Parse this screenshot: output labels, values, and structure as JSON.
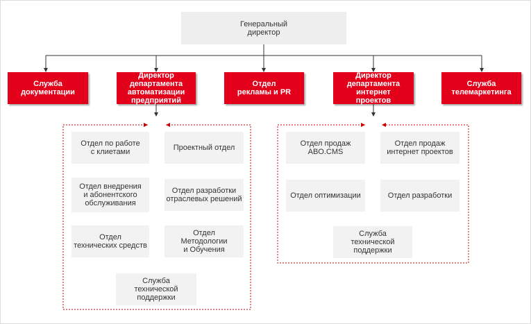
{
  "chart_title": "",
  "colors": {
    "red": "#e3001b",
    "grey_box": "#f2f2f2",
    "connector": "#333333",
    "dotted": "#cc0000"
  },
  "top": {
    "label": "Генеральный\nдиректор"
  },
  "level1": [
    {
      "label": "Служба\nдокументации"
    },
    {
      "label": "Директор\nдепартамента\nавтоматизации\nпредприятий"
    },
    {
      "label": "Отдел\nрекламы и PR"
    },
    {
      "label": "Директор\nдепартамента\nинтернет\nпроектов"
    },
    {
      "label": "Служба\nтелемаркетинга"
    }
  ],
  "left_group": [
    {
      "label": "Отдел по работе\nс клиетами"
    },
    {
      "label": "Проектный отдел"
    },
    {
      "label": "Отдел внедрения\nи абонентского\nобслуживания"
    },
    {
      "label": "Отдел разработки\nотраслевых решений"
    },
    {
      "label": "Отдел\nтехнических средств"
    },
    {
      "label": "Отдел\nМетодологии\nи Обучения"
    },
    {
      "label": "Служба\nтехнической\nподдержки"
    }
  ],
  "right_group": [
    {
      "label": "Отдел продаж\nABO.CMS"
    },
    {
      "label": "Отдел продаж\nинтернет проектов"
    },
    {
      "label": "Отдел оптимизации"
    },
    {
      "label": "Отдел разработки"
    },
    {
      "label": "Служба\nтехнической\nподдержки"
    }
  ]
}
